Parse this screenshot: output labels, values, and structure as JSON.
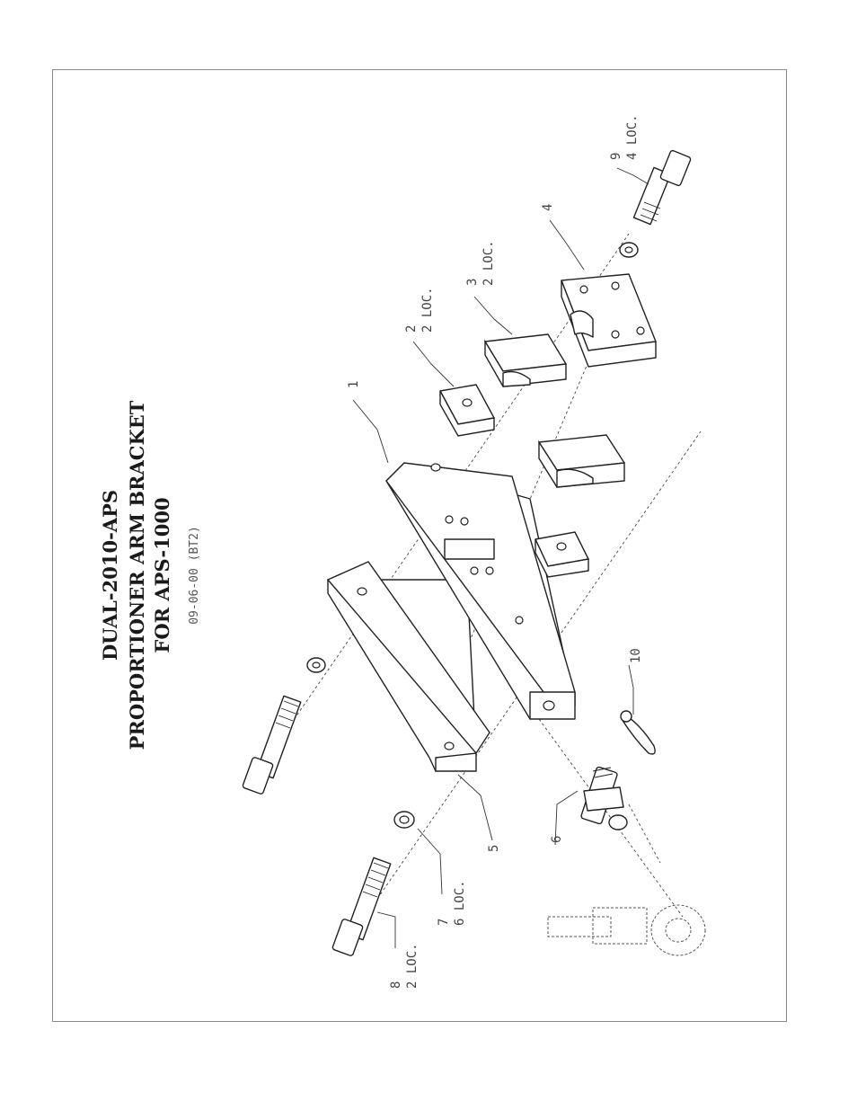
{
  "title": {
    "line1": "DUAL-2010-APS",
    "line2": "PROPORTIONER ARM BRACKET",
    "line3": "FOR APS-1000",
    "date": "09-06-00 (BT2)"
  },
  "callouts": [
    {
      "num": "1",
      "qty": ""
    },
    {
      "num": "2",
      "qty": "2 LOC."
    },
    {
      "num": "3",
      "qty": "2 LOC."
    },
    {
      "num": "4",
      "qty": ""
    },
    {
      "num": "5",
      "qty": ""
    },
    {
      "num": "6",
      "qty": ""
    },
    {
      "num": "7",
      "qty": "6 LOC."
    },
    {
      "num": "8",
      "qty": "2 LOC."
    },
    {
      "num": "9",
      "qty": "4 LOC."
    },
    {
      "num": "10",
      "qty": ""
    }
  ]
}
